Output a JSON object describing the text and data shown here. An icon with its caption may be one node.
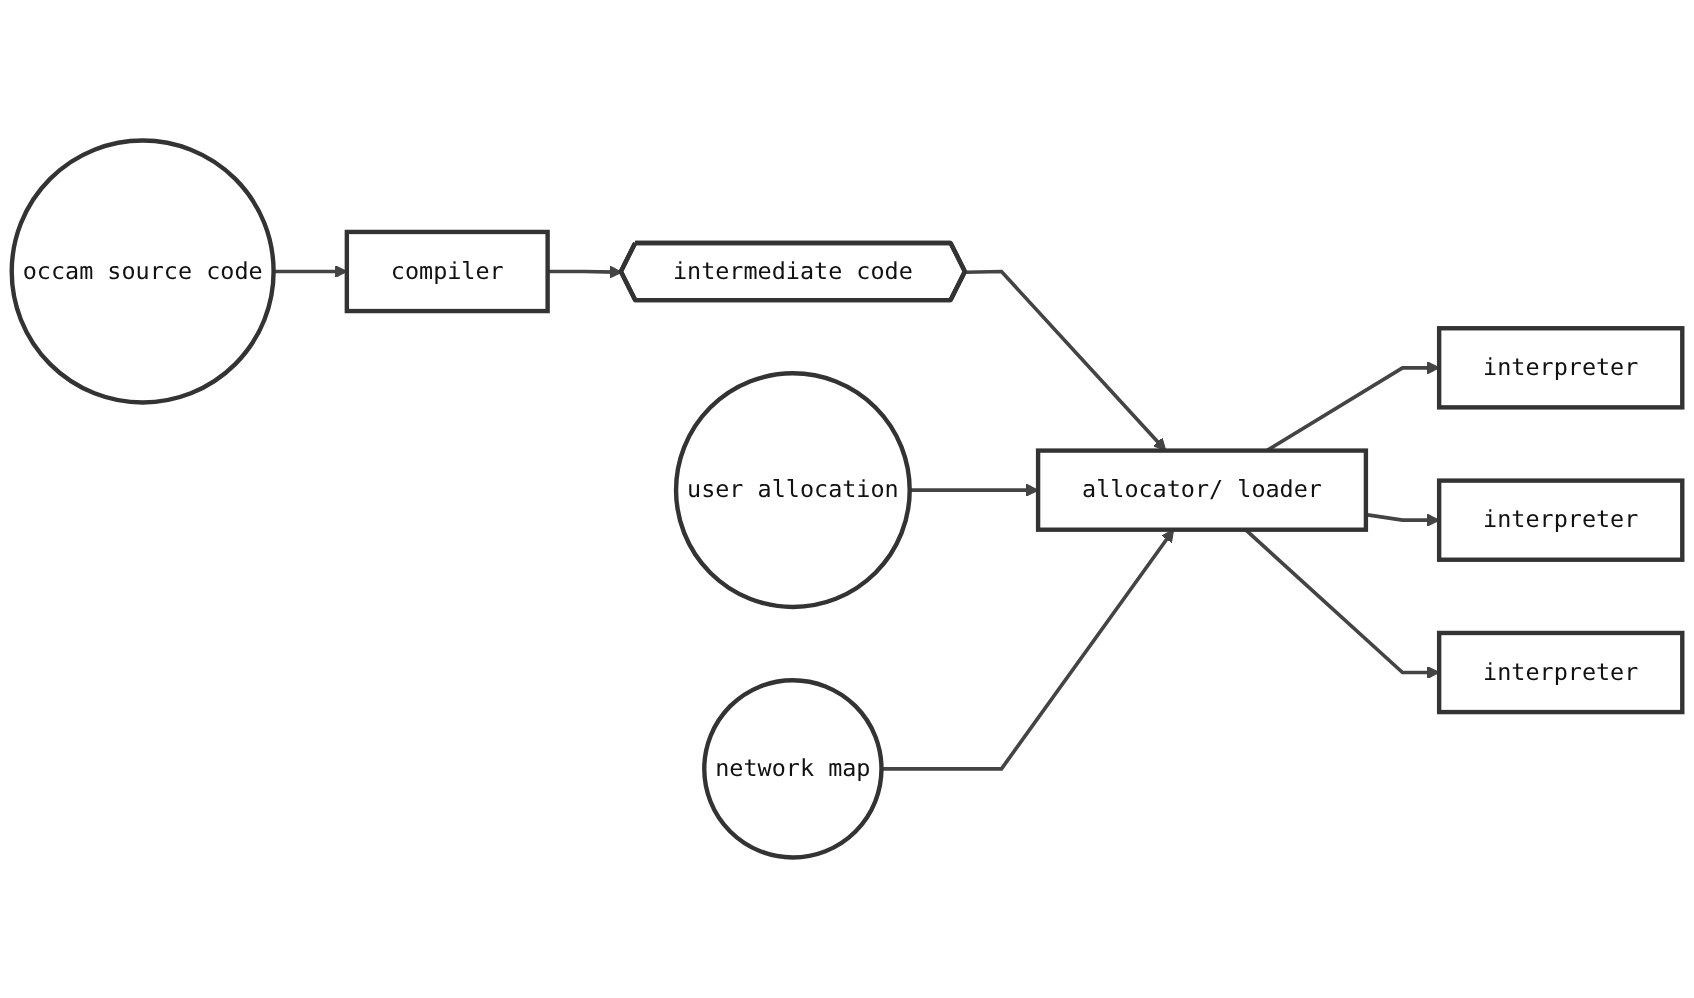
{
  "diagram": {
    "nodes": [
      {
        "text": [
          "occam source code"
        ]
      },
      {
        "text": [
          "compiler"
        ]
      },
      {
        "text": [
          "intermediate code"
        ]
      },
      {
        "text": [
          "user allocation"
        ]
      },
      {
        "text": [
          "allocator/ loader"
        ]
      },
      {
        "text": [
          "interpreter"
        ]
      },
      {
        "text": [
          "interpreter"
        ]
      },
      {
        "text": [
          "interpreter"
        ]
      },
      {
        "text": [
          "network map"
        ]
      }
    ],
    "edges": [
      {
        "from": 0,
        "to": 1,
        "arrow": "to"
      },
      {
        "from": 1,
        "to": 2,
        "arrow": "to"
      },
      {
        "from": 2,
        "to": 4,
        "arrow": "to"
      },
      {
        "from": 3,
        "to": 4,
        "arrow": "to"
      },
      {
        "from": 8,
        "to": 4,
        "arrow": "to"
      },
      {
        "from": 4,
        "to": 5,
        "arrow": "to"
      },
      {
        "from": 4,
        "to": 6,
        "arrow": "to"
      },
      {
        "from": 4,
        "to": 7,
        "arrow": "to"
      }
    ]
  }
}
